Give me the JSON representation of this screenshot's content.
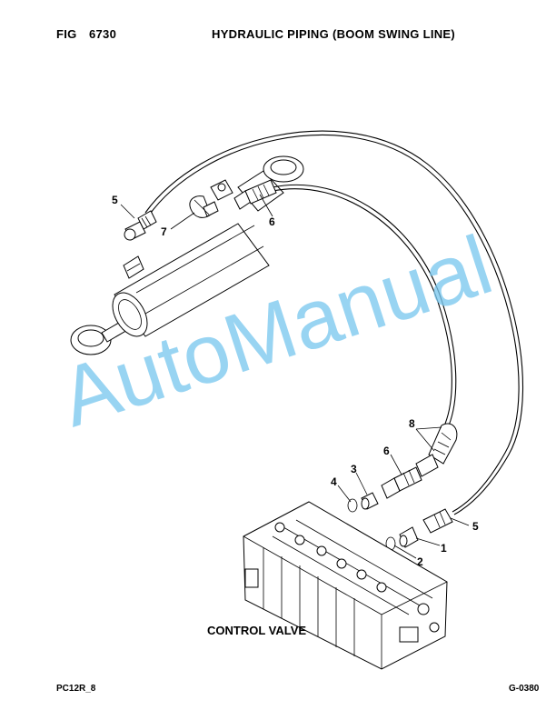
{
  "header": {
    "fig_label": "FIG",
    "fig_number": "6730",
    "title": "HYDRAULIC PIPING (BOOM SWING LINE)"
  },
  "footer": {
    "model": "PC12R_8",
    "code": "G-0380"
  },
  "diagram": {
    "control_valve_label": "CONTROL VALVE",
    "callouts": {
      "c5_top": "5",
      "c7": "7",
      "c6_top": "6",
      "c8": "8",
      "c6_mid": "6",
      "c3": "3",
      "c4": "4",
      "c5_right": "5",
      "c1": "1",
      "c2": "2"
    }
  },
  "watermark": {
    "text": "AutoManual",
    "color": "#7cc8ef"
  }
}
